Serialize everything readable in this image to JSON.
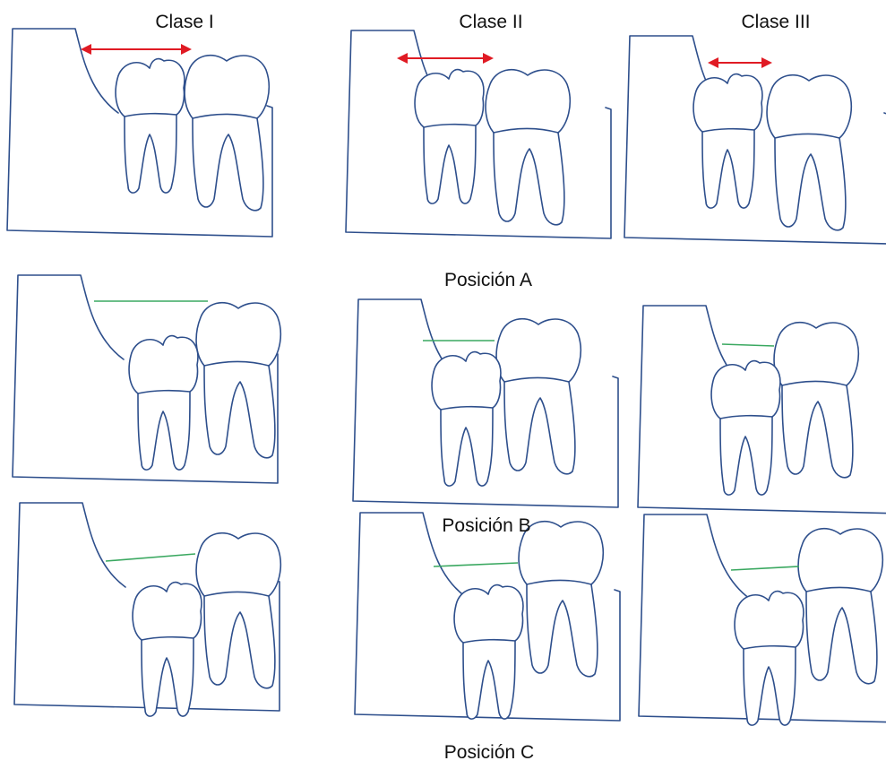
{
  "labels": {
    "clase_1": "Clase I",
    "clase_2": "Clase II",
    "clase_3": "Clase III",
    "posicion_a": "Posición A",
    "posicion_b": "Posición B",
    "posicion_c": "Posición C"
  },
  "colors": {
    "outline": "#2e4f8c",
    "space_arrow": "#e01b24",
    "occlusal_line": "#3aa860"
  }
}
